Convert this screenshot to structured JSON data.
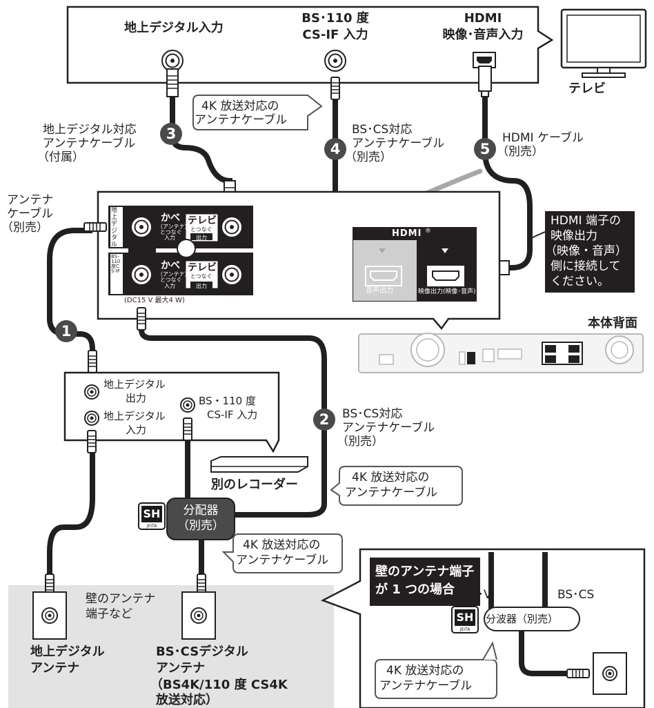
{
  "tv": {
    "input_terrestrial": "地上デジタル入力",
    "input_bs_line1": "BS･110 度",
    "input_bs_line2": "CS-IF 入力",
    "input_hdmi_line1": "HDMI",
    "input_hdmi_line2": "映像･音声入力",
    "label": "テレビ"
  },
  "callout_cable_4k_top": [
    "4K 放送対応の",
    "アンテナケーブル"
  ],
  "cable3": {
    "number": "3",
    "lines": [
      "地上デジタル対応",
      "アンテナケーブル",
      "（付属）"
    ]
  },
  "cable4": {
    "number": "4",
    "lines": [
      "BS･CS対応",
      "アンテナケーブル",
      "（別売）"
    ]
  },
  "cable5": {
    "number": "5",
    "lines": [
      "HDMI ケーブル",
      "（別売）"
    ]
  },
  "antenna_cable": [
    "アンテナ",
    "ケーブル",
    "（別売）"
  ],
  "recorder_panel": {
    "terrestrial_tab": "地上デジタル",
    "bs_tab": "BS･110度CS-IF",
    "kabe": "かべ",
    "kabe_sub": [
      "（アンテナ）",
      "とつなぐ"
    ],
    "nyuryoku": "入力",
    "terebi": "テレビ",
    "terebi_sub": "とつなぐ",
    "shutsuryoku": "出力",
    "power_note": "(DC15 V 最大4 W)",
    "hdmi_logo": "HDMI",
    "hdmi_reg": "®",
    "audio_out": "音声出力",
    "video_out": "映像出力(映像･音声)"
  },
  "hdmi_note": [
    "HDMI 端子の",
    "映像出力",
    "（映像・音声）",
    "側に接続して",
    "ください。"
  ],
  "rear_label": "本体背面",
  "cable1": {
    "number": "1"
  },
  "cable2": {
    "number": "2",
    "lines": [
      "BS･CS対応",
      "アンテナケーブル",
      "（別売）"
    ]
  },
  "other_recorder": {
    "terr_out": [
      "地上デジタル",
      "出力"
    ],
    "terr_in": [
      "地上デジタル",
      "入力"
    ],
    "bs_in": [
      "BS・110 度",
      "CS-IF 入力"
    ],
    "label": "別のレコーダー"
  },
  "callout_cable_4k_mid": [
    "4K 放送対応の",
    "アンテナケーブル"
  ],
  "splitter": {
    "lines": [
      "分配器",
      "（別売）"
    ]
  },
  "sh_mark": {
    "text": "SH",
    "sub": "JEITA"
  },
  "callout_cable_4k_low": [
    "4K 放送対応の",
    "アンテナケーブル"
  ],
  "wall": {
    "note": [
      "壁のアンテナ",
      "端子など"
    ],
    "terr_antenna": [
      "地上デジタル",
      "アンテナ"
    ],
    "bs_antenna": [
      "BS･CSデジタル",
      "アンテナ",
      "（BS4K/110 度 CS4K",
      "放送対応）"
    ]
  },
  "inset": {
    "title": [
      "壁のアンテナ端子",
      "が 1 つの場合"
    ],
    "uv": "U･V",
    "bscs": "BS･CS",
    "divider": "分波器（別売）",
    "cable": [
      "4K 放送対応の",
      "アンテナケーブル"
    ]
  }
}
